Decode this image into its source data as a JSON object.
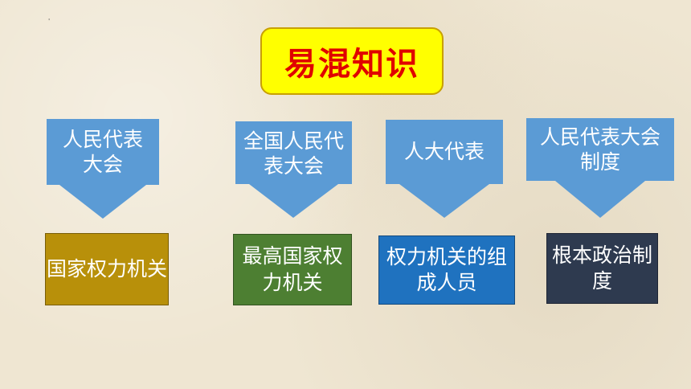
{
  "corner_mark": "'",
  "title": "易混知识",
  "columns": [
    {
      "top": "人民代表大会",
      "bottom": "国家权力机关"
    },
    {
      "top": "全国人民代表大会",
      "bottom": "最高国家权力机关"
    },
    {
      "top": "人大代表",
      "bottom": "权力机关的组成人员"
    },
    {
      "top": "人民代表大会制度",
      "bottom": "根本政治制度"
    }
  ],
  "colors": {
    "title_bg": "#ffff00",
    "title_text": "#e00000",
    "arrow": "#5b9bd5",
    "box1": "#b8900a",
    "box2": "#4d7f32",
    "box3": "#1f72bf",
    "box4": "#2e3a4f"
  }
}
